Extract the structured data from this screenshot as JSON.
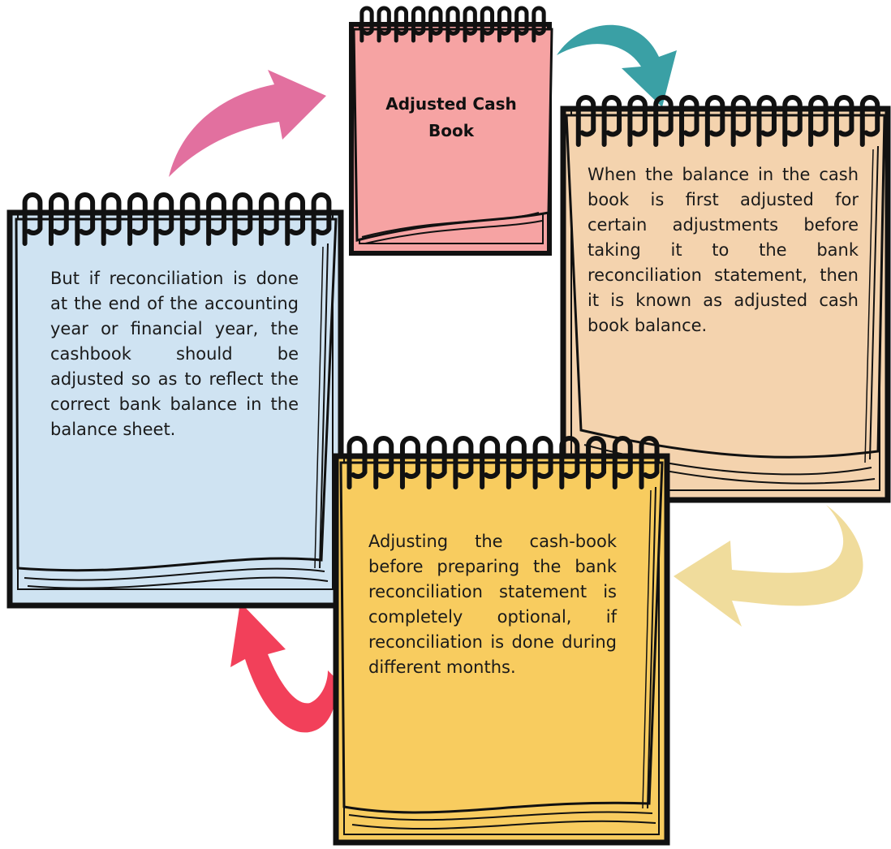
{
  "colors": {
    "outline": "#111111",
    "pink_note": "#f6a3a3",
    "peach_note": "#f4d3ae",
    "yellow_note": "#f8cc5f",
    "blue_note": "#cfe3f2",
    "arrow_pink": "#e2709f",
    "arrow_teal": "#3aa0a5",
    "arrow_cream": "#f0dc9c",
    "arrow_red": "#f2405a"
  },
  "notes": {
    "top": {
      "title": "Adjusted Cash Book"
    },
    "right": {
      "text": "When the balance in the cash book is first adjusted for certain adjustments before taking it to the bank reconciliation statement, then it is known as adjusted cash book balance."
    },
    "bottom": {
      "text": "Adjusting the cash-book before preparing the bank reconciliation statement is completely optional, if reconciliation is done during different months."
    },
    "left": {
      "text": "But if reconciliation is done at the end of the accounting year or financial year, the cashbook should be adjusted so as to reflect the correct bank balance in the balance sheet."
    }
  },
  "icons": {
    "spiral": "spiral-binding-icon",
    "arrows": [
      "pink-arrow-icon",
      "teal-arrow-icon",
      "cream-arrow-icon",
      "red-arrow-icon"
    ]
  }
}
